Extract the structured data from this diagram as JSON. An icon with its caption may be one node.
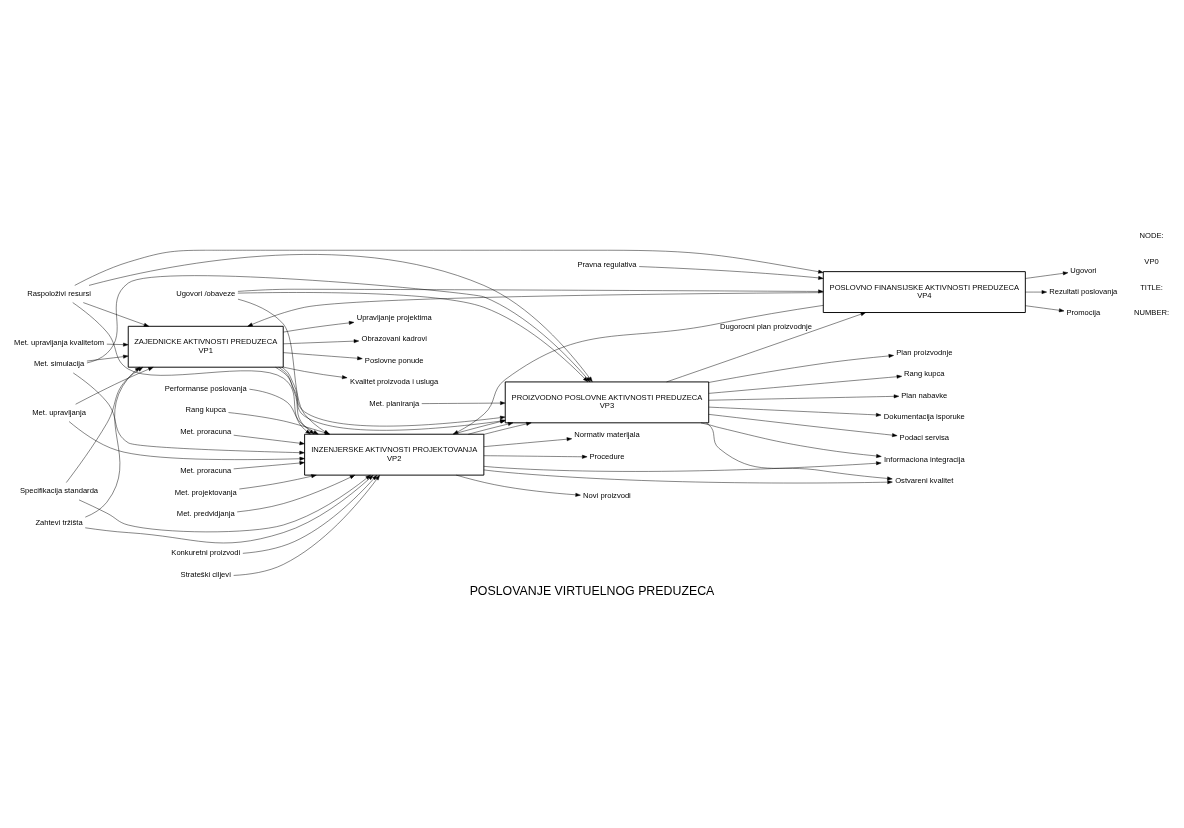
{
  "diagram": {
    "title": "POSLOVANJE VIRTUELNOG PREDUZECA",
    "nodes": [
      {
        "text": [
          "ZAJEDNICKE AKTIVNOSTI PREDUZECA",
          "VP1"
        ]
      },
      {
        "text": [
          "INZENJERSKE AKTIVNOSTI PROJEKTOVANJA",
          "VP2"
        ]
      },
      {
        "text": [
          "PROIZVODNO POSLOVNE AKTIVNOSTI PREDUZECA",
          "VP3"
        ]
      },
      {
        "text": [
          "POSLOVNO FINANSIJSKE AKTIVNOSTI PREDUZECA",
          "VP4"
        ]
      },
      {
        "text": [
          "Met. upravljanja kvalitetom"
        ]
      },
      {
        "text": [
          "Met. upravljanja"
        ]
      },
      {
        "text": [
          "Met. proracuna"
        ]
      },
      {
        "text": [
          "Met. projektovanja"
        ]
      },
      {
        "text": [
          "Met. predvidjanja"
        ]
      },
      {
        "text": [
          "Met. proracuna"
        ]
      },
      {
        "text": [
          "Met. simulacija"
        ]
      },
      {
        "text": [
          "Met. planiranja"
        ]
      },
      {
        "text": [
          "Pravna regulativa"
        ]
      },
      {
        "text": [
          "Zahtevi tržišta"
        ]
      },
      {
        "text": [
          "Specifikacija standarda"
        ]
      },
      {
        "text": [
          "Konkuretni proizvodi"
        ]
      },
      {
        "text": [
          "Strateški ciljevi"
        ]
      },
      {
        "text": [
          "Performanse poslovanja"
        ]
      },
      {
        "text": [
          "Rang kupca"
        ]
      },
      {
        "text": [
          "Ugovori /obaveze"
        ]
      },
      {
        "text": [
          "Upravljanje projektima"
        ]
      },
      {
        "text": [
          "Obrazovani kadrovi"
        ]
      },
      {
        "text": [
          "Poslovne ponude"
        ]
      },
      {
        "text": [
          "Kvalitet proizvoda i usluga"
        ]
      },
      {
        "text": [
          "Ostvareni kvalitet"
        ]
      },
      {
        "text": [
          "Novi proizvodi"
        ]
      },
      {
        "text": [
          "Normativ materijala"
        ]
      },
      {
        "text": [
          "Procedure"
        ]
      },
      {
        "text": [
          "Informaciona integracija"
        ]
      },
      {
        "text": [
          "Podaci servisa"
        ]
      },
      {
        "text": [
          "Plan proizvodnje"
        ]
      },
      {
        "text": [
          "Rang kupca"
        ]
      },
      {
        "text": [
          "Plan nabavke"
        ]
      },
      {
        "text": [
          "Dokumentacija isporuke"
        ]
      },
      {
        "text": [
          "Ugovori"
        ]
      },
      {
        "text": [
          "Rezultati poslovanja"
        ]
      },
      {
        "text": [
          "Promocija"
        ]
      },
      {
        "text": [
          "Raspoloživi resursi"
        ]
      }
    ],
    "edges": [
      {
        "from": 4,
        "to": 0,
        "arrow": "to"
      },
      {
        "from": 5,
        "to": 0,
        "arrow": "to"
      },
      {
        "from": 5,
        "to": 1,
        "arrow": "to"
      },
      {
        "from": 6,
        "to": 1,
        "arrow": "to"
      },
      {
        "from": 7,
        "to": 1,
        "arrow": "to"
      },
      {
        "from": 8,
        "to": 1,
        "arrow": "to"
      },
      {
        "from": 9,
        "to": 1,
        "arrow": "to"
      },
      {
        "from": 10,
        "to": 0,
        "arrow": "to"
      },
      {
        "from": 10,
        "to": 1,
        "arrow": "to"
      },
      {
        "from": 10,
        "to": 2,
        "arrow": "to"
      },
      {
        "from": 11,
        "to": 2,
        "arrow": "to"
      },
      {
        "from": 12,
        "to": 3,
        "arrow": "to"
      },
      {
        "from": 13,
        "to": 0,
        "arrow": "to"
      },
      {
        "from": 13,
        "to": 1,
        "arrow": "to"
      },
      {
        "from": 14,
        "to": 0,
        "arrow": "to"
      },
      {
        "from": 14,
        "to": 1,
        "arrow": "to"
      },
      {
        "from": 15,
        "to": 1,
        "arrow": "to"
      },
      {
        "from": 16,
        "to": 1,
        "arrow": "to"
      },
      {
        "from": 17,
        "to": 1,
        "arrow": "to"
      },
      {
        "from": 18,
        "to": 1,
        "arrow": "to"
      },
      {
        "from": 19,
        "to": 1,
        "arrow": "to"
      },
      {
        "from": 19,
        "to": 2,
        "arrow": "to"
      },
      {
        "from": 19,
        "to": 3,
        "arrow": "to"
      },
      {
        "from": 0,
        "to": 20,
        "arrow": "to"
      },
      {
        "from": 0,
        "to": 21,
        "arrow": "to"
      },
      {
        "from": 0,
        "to": 22,
        "arrow": "to"
      },
      {
        "from": 0,
        "to": 23,
        "arrow": "to"
      },
      {
        "from": 0,
        "to": 1,
        "arrow": "to"
      },
      {
        "from": 0,
        "to": 2,
        "arrow": "to"
      },
      {
        "from": 0,
        "to": 2,
        "arrow": "to"
      },
      {
        "from": 1,
        "to": 24,
        "arrow": "to"
      },
      {
        "from": 1,
        "to": 25,
        "arrow": "to"
      },
      {
        "from": 1,
        "to": 26,
        "arrow": "to"
      },
      {
        "from": 1,
        "to": 27,
        "arrow": "to"
      },
      {
        "from": 1,
        "to": 28,
        "arrow": "to"
      },
      {
        "from": 1,
        "to": 2,
        "arrow": "to"
      },
      {
        "from": 1,
        "to": 2,
        "arrow": "to"
      },
      {
        "from": 1,
        "to": 2,
        "arrow": "to"
      },
      {
        "from": 2,
        "to": 24,
        "arrow": "to"
      },
      {
        "from": 2,
        "to": 28,
        "arrow": "to"
      },
      {
        "from": 2,
        "to": 29,
        "arrow": "to"
      },
      {
        "from": 2,
        "to": 30,
        "arrow": "to"
      },
      {
        "from": 2,
        "to": 31,
        "arrow": "to"
      },
      {
        "from": 2,
        "to": 32,
        "arrow": "to"
      },
      {
        "from": 2,
        "to": 33,
        "arrow": "to"
      },
      {
        "from": 2,
        "to": 3,
        "arrow": "to",
        "label": "Dugorocni plan proizvodnje"
      },
      {
        "from": 3,
        "to": 34,
        "arrow": "to"
      },
      {
        "from": 3,
        "to": 35,
        "arrow": "to"
      },
      {
        "from": 3,
        "to": 36,
        "arrow": "to"
      },
      {
        "from": 3,
        "to": 0,
        "arrow": "to"
      },
      {
        "from": 3,
        "to": 1,
        "arrow": "to"
      },
      {
        "from": 37,
        "to": 0,
        "arrow": "to"
      },
      {
        "from": 37,
        "to": 1,
        "arrow": "to"
      },
      {
        "from": 37,
        "to": 2,
        "arrow": "to"
      },
      {
        "from": 37,
        "to": 3,
        "arrow": "to"
      }
    ],
    "labels": [
      "NODE:",
      "VP0",
      "TITLE:",
      "NUMBER:"
    ]
  }
}
